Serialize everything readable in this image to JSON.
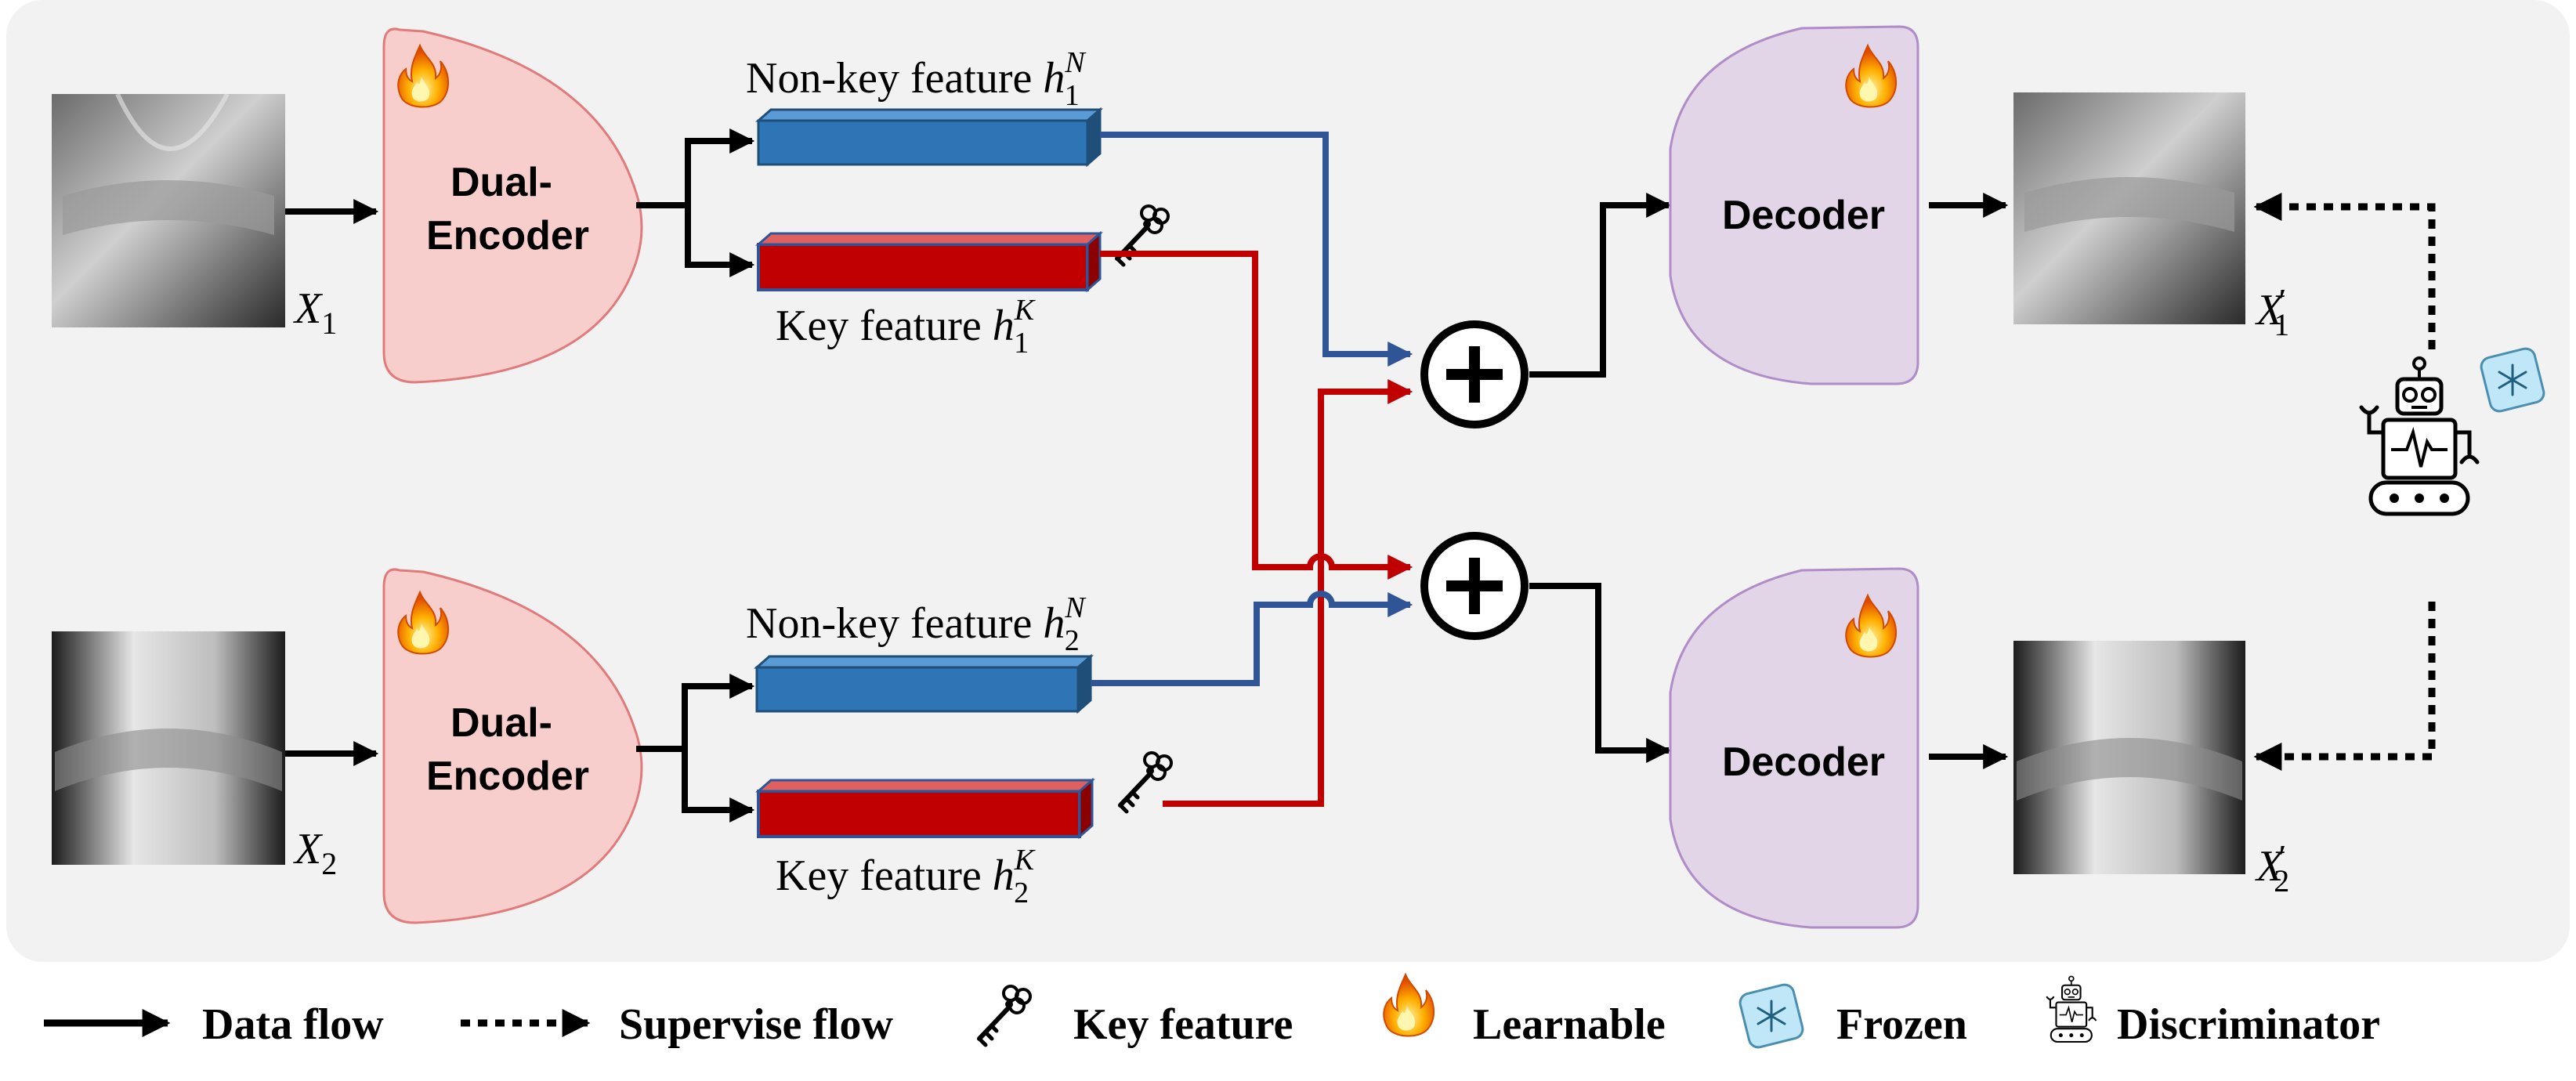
{
  "colors": {
    "panel_bg": "#f2f2f2",
    "encoder_fill": "#f8cecc",
    "encoder_stroke": "#e07b7b",
    "decoder_fill": "#e1d5e7",
    "decoder_stroke": "#b08cc9",
    "nonkey_bar": "#2e75b6",
    "key_bar": "#c00000",
    "nonkey_line": "#2f5597",
    "key_line": "#c00000",
    "arrow": "#000000"
  },
  "inputs": [
    {
      "var": "X",
      "sub": "1"
    },
    {
      "var": "X",
      "sub": "2"
    }
  ],
  "outputs": [
    {
      "var": "X",
      "prime": "′",
      "sub": "1"
    },
    {
      "var": "X",
      "prime": "′",
      "sub": "2"
    }
  ],
  "encoders": [
    {
      "line1": "Dual-",
      "line2": "Encoder"
    },
    {
      "line1": "Dual-",
      "line2": "Encoder"
    }
  ],
  "decoders": [
    {
      "label": "Decoder"
    },
    {
      "label": "Decoder"
    }
  ],
  "features": [
    {
      "nonkey_text": "Non-key feature",
      "nonkey_var": "h",
      "nonkey_sup": "N",
      "nonkey_sub": "1",
      "key_text": "Key feature",
      "key_var": "h",
      "key_sup": "K",
      "key_sub": "1"
    },
    {
      "nonkey_text": "Non-key feature",
      "nonkey_var": "h",
      "nonkey_sup": "N",
      "nonkey_sub": "2",
      "key_text": "Key feature",
      "key_var": "h",
      "key_sup": "K",
      "key_sub": "2"
    }
  ],
  "legend": {
    "data_flow": "Data flow",
    "supervise_flow": "Supervise flow",
    "key_feature": "Key feature",
    "learnable": "Learnable",
    "frozen": "Frozen",
    "discriminator": "Discriminator"
  },
  "icons": [
    "fire-icon",
    "key-icon",
    "snowflake-ice-icon",
    "robot-icon",
    "plus-circle-icon"
  ]
}
